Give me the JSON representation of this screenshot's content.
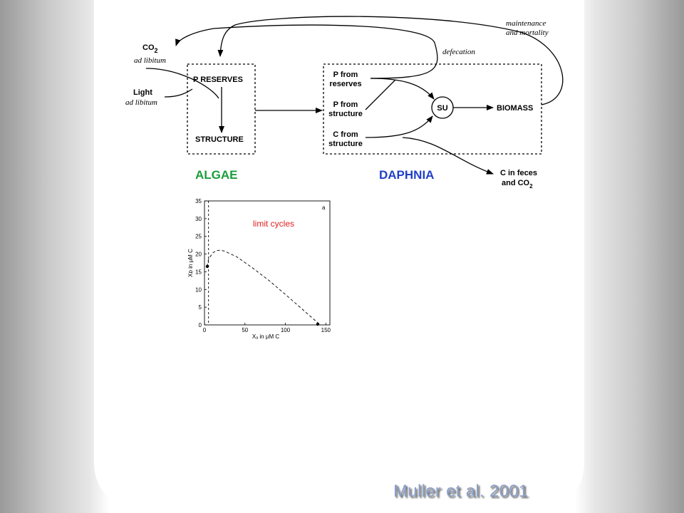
{
  "colors": {
    "algae": "#1a9e3a",
    "daphnia": "#2040c8",
    "annotation": "#e02020",
    "citation": "#8b9fc7"
  },
  "diagram": {
    "co2": {
      "main": "CO",
      "sub": "2"
    },
    "co2_note": "ad libitum",
    "light": "Light",
    "light_note": "ad libitum",
    "p_reserves": "P RESERVES",
    "structure": "STRUCTURE",
    "p_from_reserves": [
      "P from",
      "reserves"
    ],
    "p_from_structure": [
      "P from",
      "structure"
    ],
    "c_from_structure": [
      "C from",
      "structure"
    ],
    "su": "SU",
    "biomass": "BIOMASS",
    "defecation": "defecation",
    "maintenance": [
      "maintenance",
      "and mortality"
    ],
    "feces": {
      "line1": "C in feces",
      "line2_main": "and CO",
      "line2_sub": "2"
    },
    "algae_label": "ALGAE",
    "daphnia_label": "DAPHNIA"
  },
  "plot": {
    "panel_label": "a",
    "annotation": "limit cycles",
    "xlabel": "Xₐ in μM C",
    "ylabel": "Xᴅ in μM C",
    "xticks": [
      "0",
      "50",
      "100",
      "150"
    ],
    "yticks": [
      "0",
      "5",
      "10",
      "15",
      "20",
      "25",
      "30",
      "35"
    ]
  },
  "chart_data": {
    "type": "line",
    "xlim": [
      0,
      155
    ],
    "ylim": [
      0,
      35
    ],
    "series": [
      {
        "style": "dashed",
        "points": [
          [
            3,
            16.5
          ],
          [
            5,
            18.5
          ],
          [
            10,
            20.3
          ],
          [
            15,
            21
          ],
          [
            20,
            21.1
          ],
          [
            25,
            20.8
          ],
          [
            40,
            19.2
          ],
          [
            60,
            16
          ],
          [
            80,
            12.5
          ],
          [
            100,
            8.6
          ],
          [
            120,
            4.6
          ],
          [
            130,
            2.6
          ],
          [
            140,
            0.6
          ],
          [
            143,
            0.1
          ]
        ]
      }
    ],
    "vertical_dashed_x": 5,
    "points": [
      [
        3.5,
        16.5
      ],
      [
        140,
        0.2
      ]
    ]
  },
  "citation": "Muller et al. 2001"
}
